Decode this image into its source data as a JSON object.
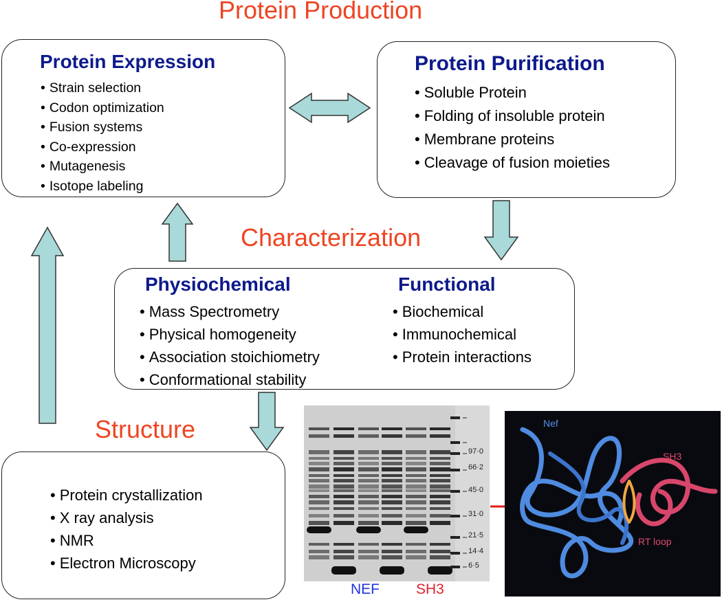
{
  "headings": {
    "production": "Protein Production",
    "characterization": "Characterization",
    "structure": "Structure"
  },
  "expression": {
    "title": "Protein Expression",
    "items": [
      "Strain selection",
      "Codon optimization",
      "Fusion systems",
      "Co-expression",
      "Mutagenesis",
      "Isotope labeling"
    ]
  },
  "purification": {
    "title": "Protein Purification",
    "items": [
      "Soluble Protein",
      "Folding of insoluble protein",
      "Membrane proteins",
      "Cleavage  of fusion moieties"
    ]
  },
  "physiochemical": {
    "title": "Physiochemical",
    "items": [
      "Mass Spectrometry",
      "Physical homogeneity",
      "Association stoichiometry",
      "Conformational stability"
    ]
  },
  "functional": {
    "title": "Functional",
    "items": [
      "Biochemical",
      "Immunochemical",
      "Protein interactions"
    ]
  },
  "structure_box": {
    "items": [
      "Protein crystallization",
      "X ray analysis",
      "NMR",
      "Electron Microscopy"
    ]
  },
  "gel": {
    "markers": [
      "97·0",
      "66·2",
      "45·0",
      "31·0",
      "21·5",
      "14·4",
      "6·5"
    ],
    "lane_labels": {
      "nef": "NEF",
      "sh3": "SH3"
    }
  },
  "structure_image": {
    "labels": {
      "nef": "Nef",
      "sh3": "SH3",
      "rt_loop": "RT loop"
    }
  },
  "colors": {
    "heading": "#ee4422",
    "title": "#0d1a8c",
    "arrow_fill": "#a9d9d9",
    "nef": "#2233dd",
    "sh3": "#dd2233"
  }
}
